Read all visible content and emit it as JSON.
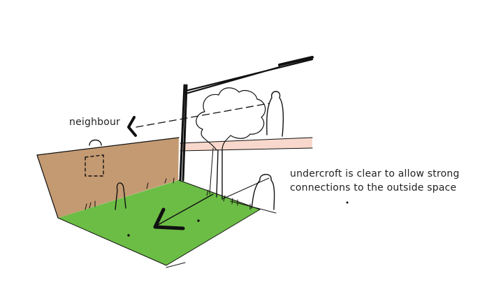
{
  "labels": {
    "neighbour": "neighbour",
    "note_line_1": "undercroft is clear to allow strong",
    "note_line_2": "connections to the outside space"
  },
  "colors": {
    "wall": "#c49a72",
    "lawn": "#6cbd45",
    "slab": "#f8d8cc",
    "ink": "#111111"
  }
}
